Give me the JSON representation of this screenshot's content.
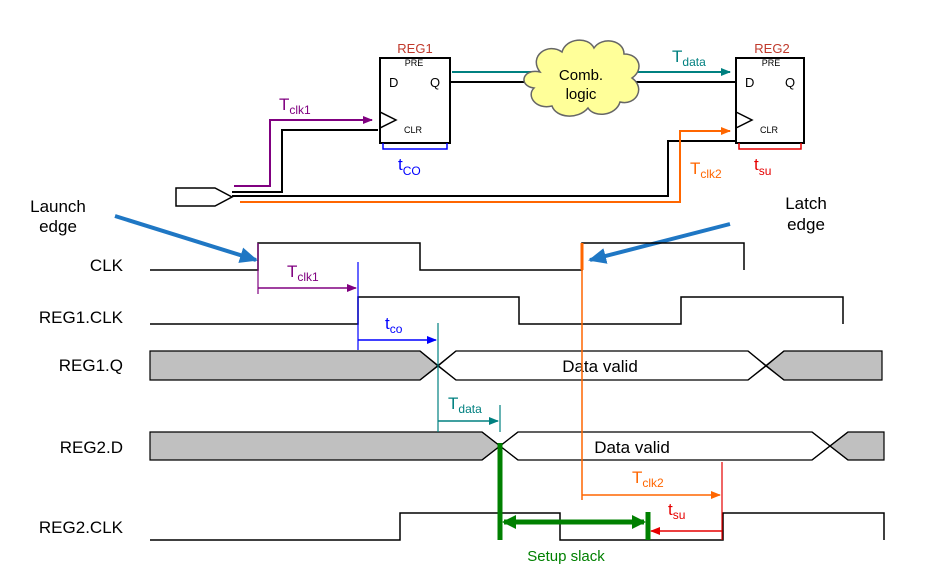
{
  "registers": {
    "reg1": {
      "name": "REG1",
      "pre": "PRE",
      "d": "D",
      "q": "Q",
      "clr": "CLR"
    },
    "reg2": {
      "name": "REG2",
      "pre": "PRE",
      "d": "D",
      "q": "Q",
      "clr": "CLR"
    }
  },
  "comb_logic": {
    "line1": "Comb.",
    "line2": "logic"
  },
  "labels": {
    "tclk1": {
      "main": "T",
      "sub": "clk1"
    },
    "tclk2": {
      "main": "T",
      "sub": "clk2"
    },
    "tdata": {
      "main": "T",
      "sub": "data"
    },
    "tco": {
      "main": "t",
      "sub": "CO"
    },
    "tsu": {
      "main": "t",
      "sub": "su"
    },
    "timing_tclk1": {
      "main": "T",
      "sub": "clk1"
    },
    "timing_tco": {
      "main": "t",
      "sub": "co"
    },
    "timing_tdata": {
      "main": "T",
      "sub": "data"
    },
    "timing_tclk2": {
      "main": "T",
      "sub": "clk2"
    },
    "timing_tsu": {
      "main": "t",
      "sub": "su"
    }
  },
  "annotations": {
    "launch_line1": "Launch",
    "launch_line2": "edge",
    "latch_line1": "Latch",
    "latch_line2": "edge",
    "setup_slack": "Setup slack"
  },
  "signals": [
    "CLK",
    "REG1.CLK",
    "REG1.Q",
    "REG2.D",
    "REG2.CLK"
  ],
  "bus": {
    "reg1_q": "Data valid",
    "reg2_d": "Data valid"
  },
  "colors": {
    "purple": "#800080",
    "teal": "#008080",
    "orange": "#ff6600",
    "blue": "#0000ff",
    "red": "#e60000",
    "green": "#008000",
    "arrow_blue": "#1f77c4",
    "reg_name": "#c0392b",
    "cloud_fill": "#ffff99",
    "bus_gray": "#c0c0c0"
  }
}
